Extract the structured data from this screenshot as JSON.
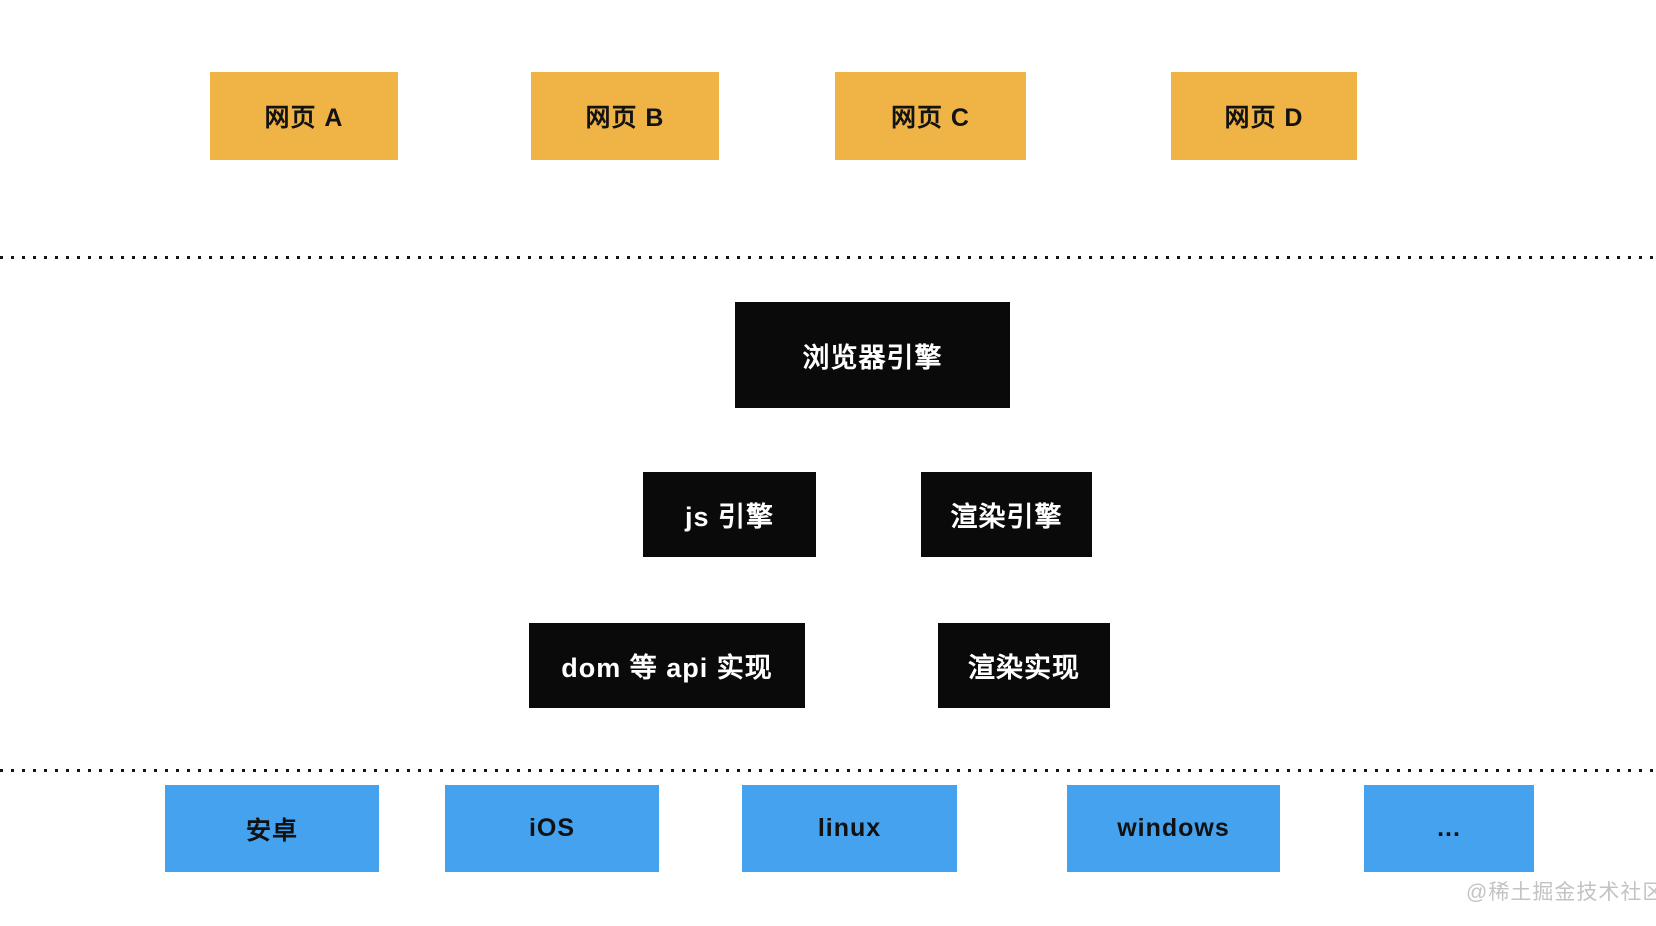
{
  "diagram": {
    "webpages": [
      {
        "label": "网页 A"
      },
      {
        "label": "网页 B"
      },
      {
        "label": "网页 C"
      },
      {
        "label": "网页 D"
      }
    ],
    "browser_engine": {
      "label": "浏览器引擎"
    },
    "engines": [
      {
        "label": "js 引擎"
      },
      {
        "label": "渲染引擎"
      }
    ],
    "implementations": [
      {
        "label": "dom 等 api 实现"
      },
      {
        "label": "渲染实现"
      }
    ],
    "platforms": [
      {
        "label": "安卓"
      },
      {
        "label": "iOS"
      },
      {
        "label": "linux"
      },
      {
        "label": "windows"
      },
      {
        "label": "..."
      }
    ],
    "watermark": "@稀土掘金技术社区",
    "colors": {
      "webpage_fill": "#EFB445",
      "platform_fill": "#44A2EE",
      "engine_fill": "#0A0A0A",
      "engine_text": "#FFFFFF",
      "label_text": "#111111",
      "watermark_text": "#C3C3C3",
      "separator_dots": "#151515",
      "background": "#FFFFFF"
    }
  }
}
